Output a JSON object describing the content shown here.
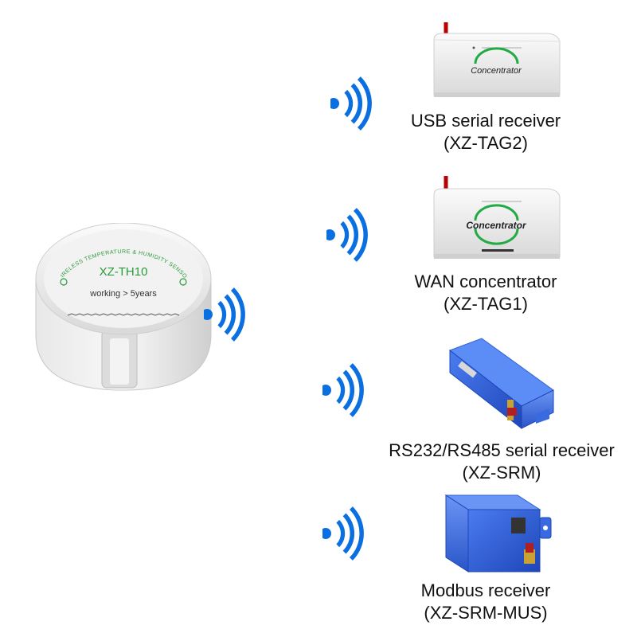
{
  "sensor": {
    "arc_text": "WIRELESS TEMPERATURE & HUMIDITY SENSOR",
    "model": "XZ-TH10",
    "life": "working > 5years"
  },
  "receivers": [
    {
      "name": "USB serial receiver",
      "model": "(XZ-TAG2)",
      "device_label": "Concentrator"
    },
    {
      "name": "WAN concentrator",
      "model": "(XZ-TAG1)",
      "device_label": "Concentrator"
    },
    {
      "name": "RS232/RS485 serial receiver",
      "model": "(XZ-SRM)"
    },
    {
      "name": "Modbus receiver",
      "model": "(XZ-SRM-MUS)"
    }
  ],
  "colors": {
    "wifi": "#0a6fe0",
    "module_blue": "#2f62d8",
    "sensor_text": "#2a9a3a",
    "concentrator_green": "#22aa44"
  },
  "icons": [
    "wifi-signal-icon"
  ]
}
